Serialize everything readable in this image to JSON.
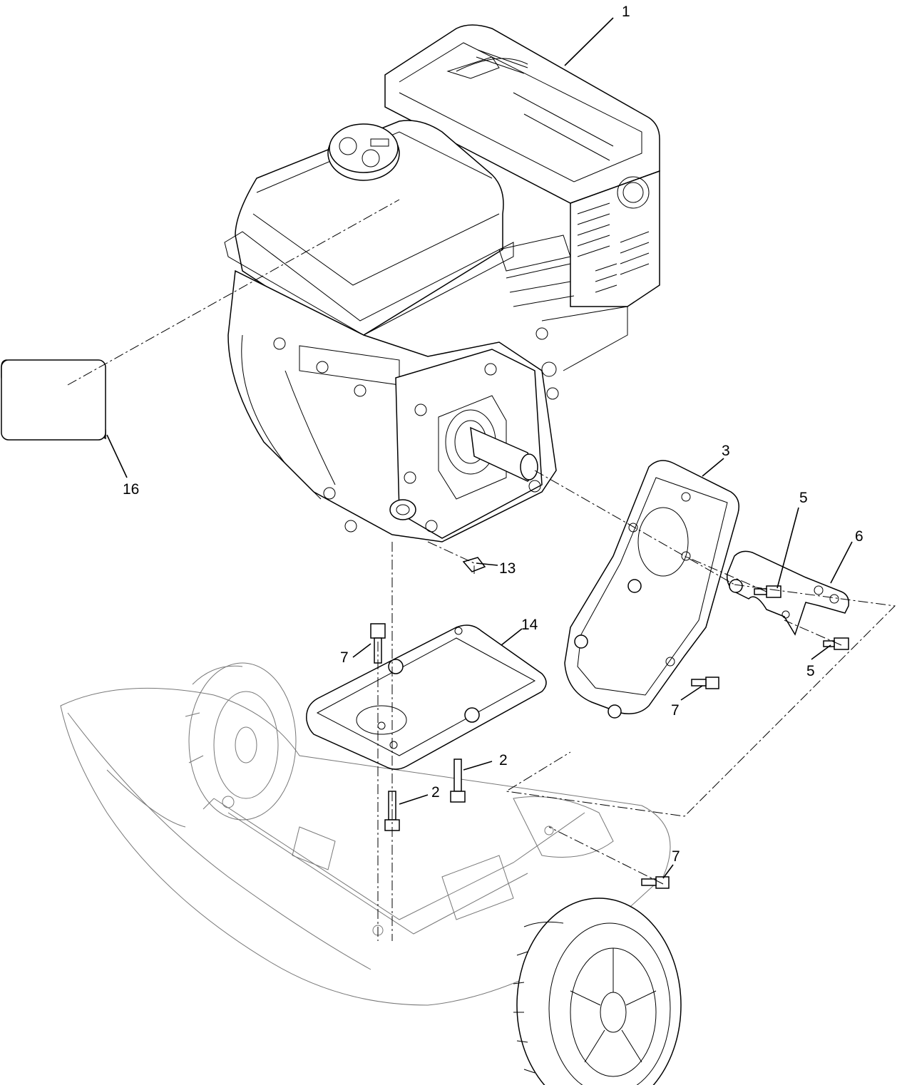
{
  "callouts": {
    "c1": "1",
    "c2a": "2",
    "c2b": "2",
    "c3": "3",
    "c5a": "5",
    "c5b": "5",
    "c6": "6",
    "c7a": "7",
    "c7b": "7",
    "c7c": "7",
    "c13": "13",
    "c14": "14",
    "c16": "16"
  },
  "colors": {
    "line": "#000000",
    "ghost": "#777777",
    "background": "#ffffff"
  }
}
